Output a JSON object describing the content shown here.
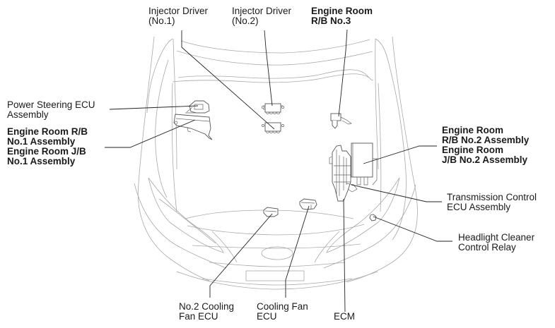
{
  "diagram": {
    "subject": "Engine compartment component locations",
    "labels": {
      "injector_driver_1": {
        "lines": [
          "Injector Driver",
          "(No.1)"
        ],
        "bold": false
      },
      "injector_driver_2": {
        "lines": [
          "Injector Driver",
          "(No.2)"
        ],
        "bold": false
      },
      "engine_room_rb3": {
        "lines": [
          "Engine Room",
          "R/B No.3"
        ],
        "bold": true
      },
      "power_steering_ecu": {
        "lines": [
          "Power Steering ECU",
          "Assembly"
        ],
        "bold": false
      },
      "engine_room_rb1_jb1": {
        "lines": [
          "Engine Room R/B",
          "No.1 Assembly",
          "Engine Room J/B",
          "No.1 Assembly"
        ],
        "bold": true
      },
      "engine_room_rb2_jb2": {
        "lines": [
          "Engine Room",
          "R/B No.2 Assembly",
          "Engine Room",
          "J/B No.2 Assembly"
        ],
        "bold": true
      },
      "transmission_control_ecu": {
        "lines": [
          "Transmission Control",
          "ECU Assembly"
        ],
        "bold": false
      },
      "headlight_cleaner_relay": {
        "lines": [
          "Headlight Cleaner",
          "Control Relay"
        ],
        "bold": false
      },
      "no2_cooling_fan_ecu": {
        "lines": [
          "No.2 Cooling",
          "Fan ECU"
        ],
        "bold": false
      },
      "cooling_fan_ecu": {
        "lines": [
          "Cooling Fan",
          "ECU"
        ],
        "bold": false
      },
      "ecm": {
        "lines": [
          "ECM"
        ],
        "bold": false
      }
    },
    "colors": {
      "text": "#1a1a1a",
      "leader_line": "#222222",
      "car_outline": "#a8a8a8",
      "component_outline": "#555555"
    }
  }
}
